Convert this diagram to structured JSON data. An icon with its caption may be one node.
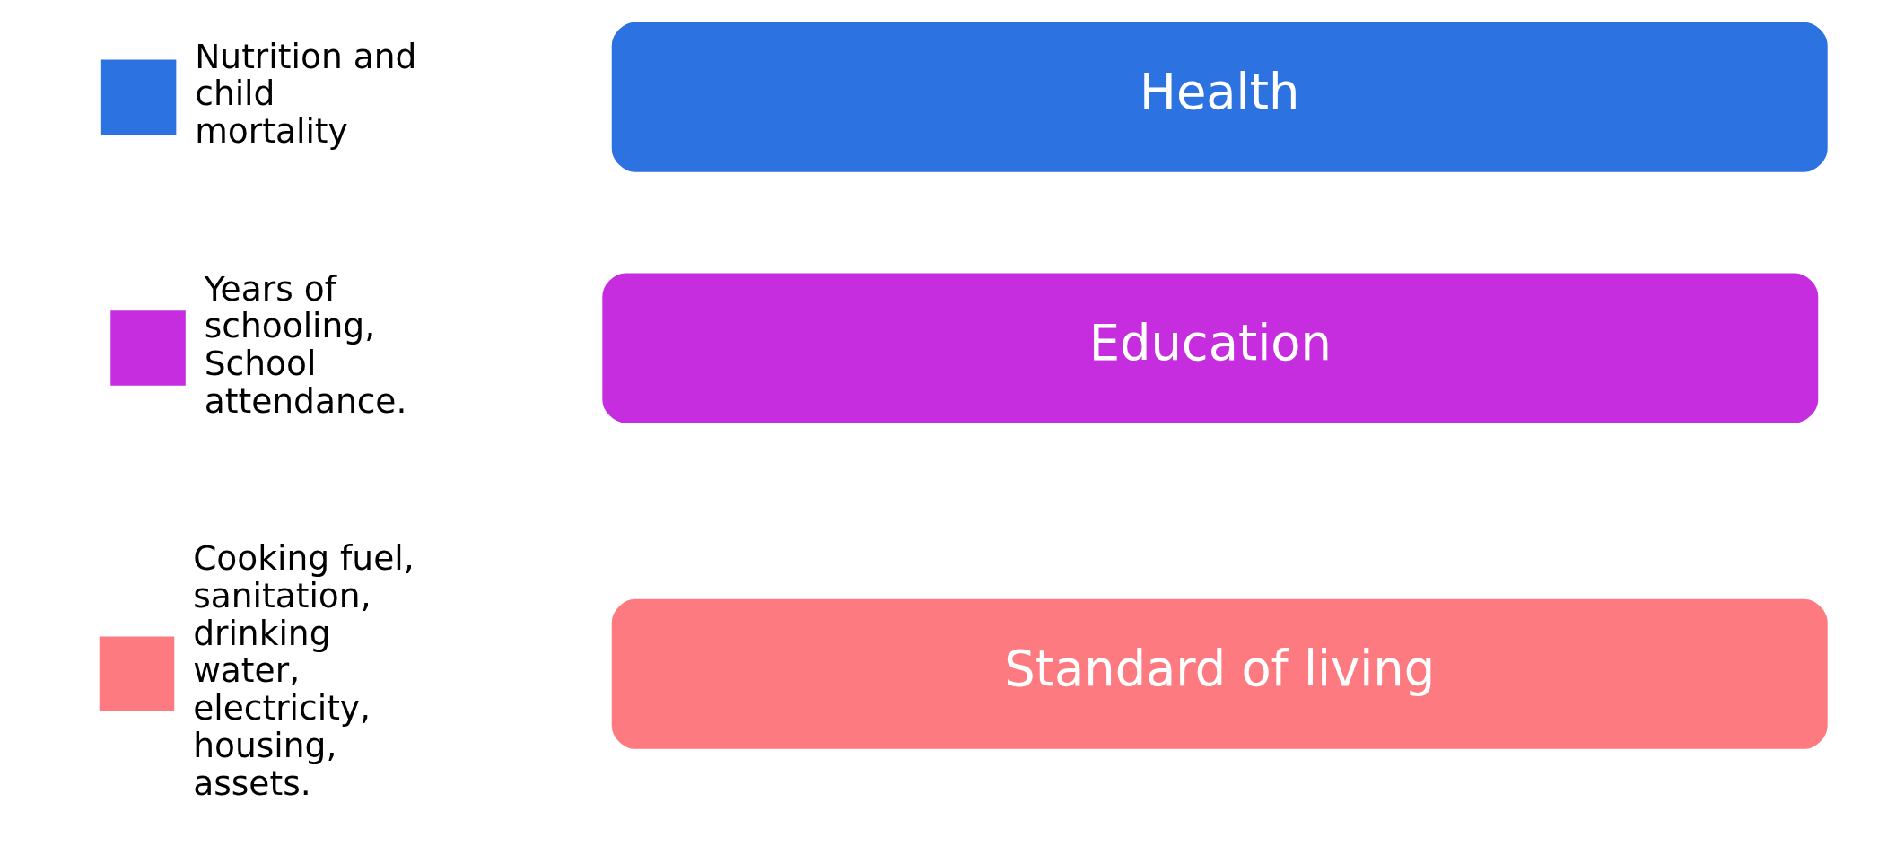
{
  "diagram": {
    "nodes": [
      {
        "text": [
          "Health"
        ]
      },
      {
        "text": [
          "Education"
        ]
      },
      {
        "text": [
          "Standard of living"
        ]
      }
    ],
    "edges": [],
    "legend": [
      {
        "text": "Nutrition and child mortality",
        "color": "#2c72e0"
      },
      {
        "text": "Years of schooling, School attendance.",
        "color": "#c52ddf"
      },
      {
        "text": "Cooking fuel, sanitation, drinking water, electricity, housing, assets.",
        "color": "#fd7b80"
      }
    ]
  }
}
